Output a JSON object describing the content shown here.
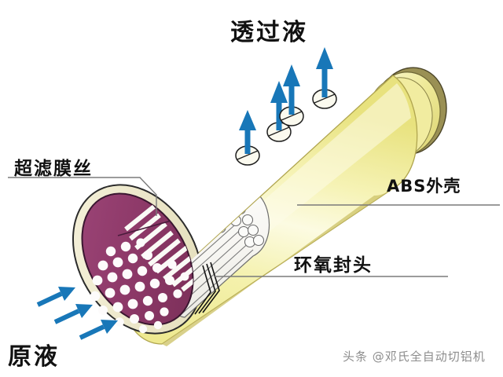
{
  "figure": {
    "title_text": "透过液",
    "labels": {
      "permeate": "透过液",
      "uf_fiber": "超滤膜丝",
      "abs_shell": "ABS外壳",
      "epoxy_head": "环氧封头",
      "feed": "原液"
    },
    "watermark": "头条 @邓氏全自动切铝机",
    "colors": {
      "shell_yellow": "#F2EFA4",
      "shell_highlight": "#FDFCE4",
      "shell_rim_olive": "#B9AE5E",
      "cream_ring": "#EDE8C8",
      "epoxy_purple": "#8E3A6B",
      "epoxy_purple_dark": "#6E2A52",
      "fiber_white": "#FAFAFA",
      "arrow_blue": "#1877B8",
      "outline": "#2A2A2A",
      "label_text": "#111111",
      "leader_line": "#7A7A7A",
      "watermark_gray": "#8D8D8D",
      "background": "#FFFFFF"
    },
    "counts": {
      "permeate_arrows": 4,
      "permeate_ports": 4,
      "feed_arrows": 3
    }
  }
}
